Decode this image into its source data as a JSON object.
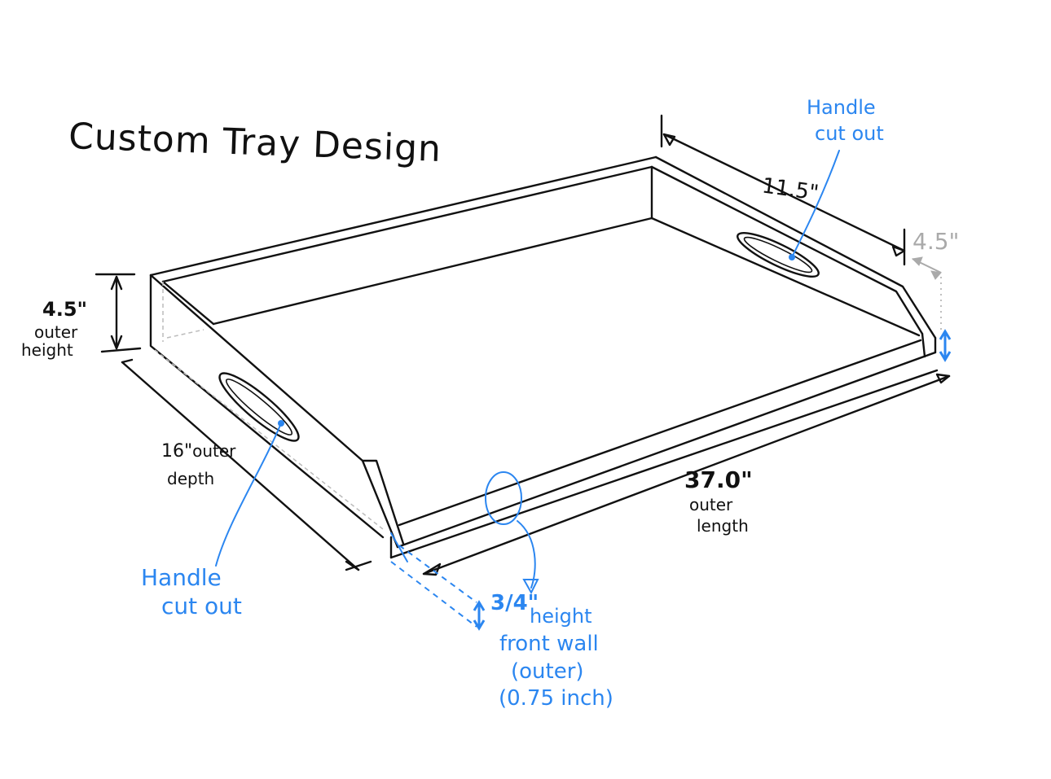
{
  "title": "Custom Tray Design",
  "colors": {
    "ink": "#111111",
    "annotation": "#2b86f0",
    "faded": "#aaaaaa"
  },
  "labels": {
    "height_value": "4.5\"",
    "height_caption_1": "outer",
    "height_caption_2": "height",
    "depth_value": "16\"",
    "depth_caption_1": "outer",
    "depth_caption_2": "depth",
    "length_value": "37.0\"",
    "length_caption_1": "outer",
    "length_caption_2": "length",
    "side_width_value": "11.5\"",
    "right_height_value": "4.5\"",
    "handle_right_1": "Handle",
    "handle_right_2": "cut out",
    "handle_left_1": "Handle",
    "handle_left_2": "cut out",
    "front_wall_value": "3/4\"",
    "front_wall_caption_1": "height",
    "front_wall_caption_2": "front wall",
    "front_wall_caption_3": "(outer)",
    "front_wall_caption_4": "(0.75 inch)"
  }
}
